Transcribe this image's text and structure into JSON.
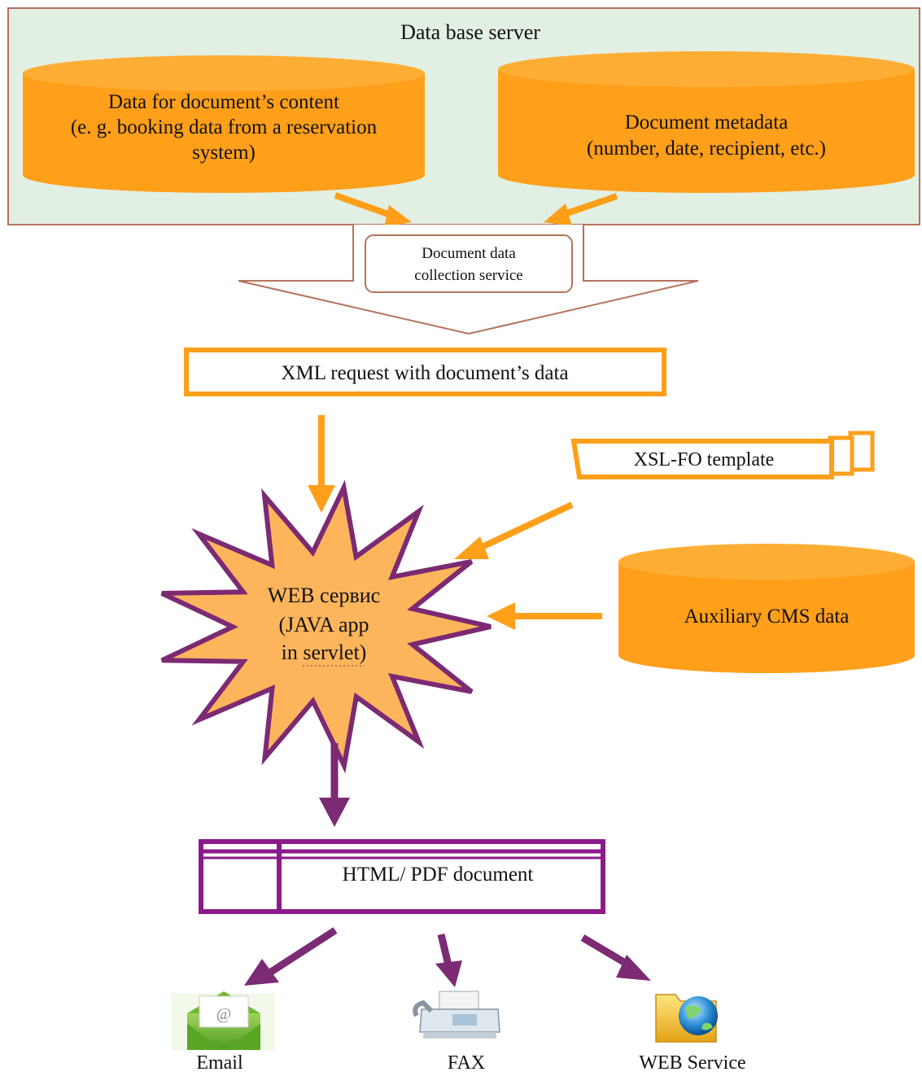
{
  "colors": {
    "server_bg": "#e2efe3",
    "server_border": "#b5735c",
    "orange": "#ff9f1a",
    "purple": "#7b2a73",
    "magenta_box": "#8b1a8a",
    "star_fill": "#fdb55c",
    "envelope_green": "#78b83c"
  },
  "server": {
    "title": "Data base server"
  },
  "db_content": {
    "line1": "Data for document’s content",
    "line2": "(e. g. booking data from a reservation",
    "line3": "system)"
  },
  "db_metadata": {
    "line1": "Document metadata",
    "line2": "(number, date, recipient, etc.)"
  },
  "collection_service": {
    "line1": "Document data",
    "line2": "collection service"
  },
  "xml_request": {
    "label": "XML request with document’s data"
  },
  "xsl_template": {
    "label": "XSL-FO template"
  },
  "web_service_node": {
    "line1": "WEB сервис",
    "line2": "(JAVA app",
    "line3": "in servlet)"
  },
  "aux_cms": {
    "label": "Auxiliary CMS data"
  },
  "html_pdf": {
    "label": "HTML/ PDF document"
  },
  "outputs": [
    {
      "label": "Email",
      "icon": "email-envelope-icon"
    },
    {
      "label": "FAX",
      "icon": "fax-machine-icon"
    },
    {
      "label": "WEB Service",
      "icon": "web-globe-folder-icon"
    }
  ]
}
